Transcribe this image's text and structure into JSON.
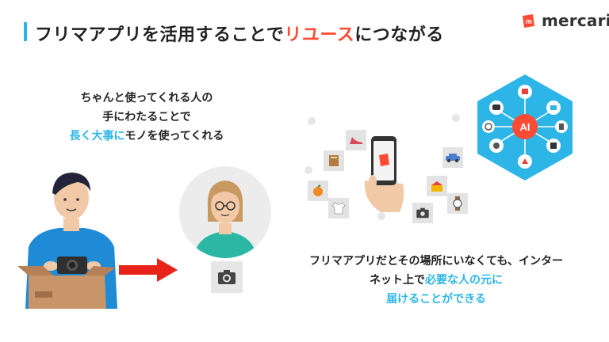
{
  "title": {
    "before": "フリマアプリを活用することで",
    "highlight": "リユース",
    "after": "につながる"
  },
  "logo": {
    "text": "mercari"
  },
  "left_caption": {
    "line1": "ちゃんと使ってくれる人の",
    "line2": "手にわたることで",
    "line3_blue": "長く大事に",
    "line3_rest": "モノを使ってくれる"
  },
  "right_caption": {
    "line1": "フリマアプリだとその場所にいなくても、インター",
    "line2_pre": "ネット上で",
    "line2_blue": "必要な人の元に",
    "line3_blue": "届けることができる"
  },
  "hub": {
    "label": "AI"
  },
  "colors": {
    "accent_blue": "#2db5e8",
    "accent_red": "#ff4b33",
    "arrow_red": "#e8231a"
  }
}
